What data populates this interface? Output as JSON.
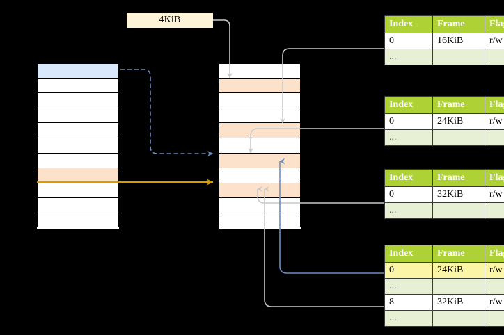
{
  "diagram": {
    "title": "multi-level-page-table-walk",
    "page_size_label": "4KiB",
    "colors": {
      "header_green": "#aed136",
      "ellipsis_row": "#e7efd5",
      "highlight_yellow": "#fbf5a8",
      "peach": "#fde2cb",
      "light_blue": "#dae8fc",
      "label_cream": "#fdf3d9",
      "orange_arrow": "#d79b00",
      "blue_arrow": "#6c8ebf",
      "grey_arrow": "#b3b3b3",
      "background": "#000000"
    }
  },
  "left_column": {
    "name": "virtual-address-space-column",
    "row_count": 11,
    "rows": [
      {
        "index": 0,
        "fill": "light_blue"
      },
      {
        "index": 1,
        "fill": "white"
      },
      {
        "index": 2,
        "fill": "white"
      },
      {
        "index": 3,
        "fill": "white"
      },
      {
        "index": 4,
        "fill": "white"
      },
      {
        "index": 5,
        "fill": "white"
      },
      {
        "index": 6,
        "fill": "white"
      },
      {
        "index": 7,
        "fill": "peach"
      },
      {
        "index": 8,
        "fill": "white"
      },
      {
        "index": 9,
        "fill": "white"
      },
      {
        "index": 10,
        "fill": "white"
      }
    ]
  },
  "middle_column": {
    "name": "physical-memory-column",
    "row_count": 11,
    "rows": [
      {
        "index": 0,
        "fill": "white"
      },
      {
        "index": 1,
        "fill": "peach"
      },
      {
        "index": 2,
        "fill": "white"
      },
      {
        "index": 3,
        "fill": "white"
      },
      {
        "index": 4,
        "fill": "peach"
      },
      {
        "index": 5,
        "fill": "white"
      },
      {
        "index": 6,
        "fill": "peach"
      },
      {
        "index": 7,
        "fill": "white"
      },
      {
        "index": 8,
        "fill": "peach"
      },
      {
        "index": 9,
        "fill": "white"
      },
      {
        "index": 10,
        "fill": "white"
      }
    ]
  },
  "tables": {
    "headers": [
      "Index",
      "Frame",
      "Flags"
    ],
    "list": [
      {
        "name": "page-table-level-4",
        "rows": [
          {
            "cells": [
              "0",
              "16KiB",
              "r/w"
            ],
            "kind": "data",
            "highlight": [
              false,
              false,
              false
            ]
          },
          {
            "cells": [
              "...",
              "",
              ""
            ],
            "kind": "ellipsis",
            "highlight": [
              false,
              false,
              false
            ]
          }
        ]
      },
      {
        "name": "page-table-level-3",
        "rows": [
          {
            "cells": [
              "0",
              "24KiB",
              "r/w"
            ],
            "kind": "data",
            "highlight": [
              false,
              false,
              false
            ]
          },
          {
            "cells": [
              "...",
              "",
              ""
            ],
            "kind": "ellipsis",
            "highlight": [
              false,
              false,
              false
            ]
          }
        ]
      },
      {
        "name": "page-table-level-2",
        "rows": [
          {
            "cells": [
              "0",
              "32KiB",
              "r/w"
            ],
            "kind": "data",
            "highlight": [
              false,
              false,
              false
            ]
          },
          {
            "cells": [
              "...",
              "",
              ""
            ],
            "kind": "ellipsis",
            "highlight": [
              false,
              false,
              false
            ]
          }
        ]
      },
      {
        "name": "page-table-level-1",
        "rows": [
          {
            "cells": [
              "0",
              "24KiB",
              "r/w"
            ],
            "kind": "data",
            "highlight": [
              true,
              true,
              true
            ]
          },
          {
            "cells": [
              "...",
              "",
              ""
            ],
            "kind": "ellipsis",
            "highlight": [
              false,
              false,
              false
            ]
          },
          {
            "cells": [
              "8",
              "32KiB",
              "r/w"
            ],
            "kind": "data",
            "highlight": [
              false,
              false,
              false
            ]
          },
          {
            "cells": [
              "...",
              "",
              ""
            ],
            "kind": "ellipsis",
            "highlight": [
              false,
              false,
              false
            ]
          }
        ]
      }
    ]
  },
  "connectors": [
    {
      "name": "page-size-to-frame-connector",
      "style": "grey-solid"
    },
    {
      "name": "level4-to-frame-connector",
      "style": "grey-solid"
    },
    {
      "name": "level3-to-frame-connector",
      "style": "grey-solid"
    },
    {
      "name": "level2-to-frame-connector",
      "style": "grey-solid"
    },
    {
      "name": "level1-entry0-to-frame-connector",
      "style": "blue-solid"
    },
    {
      "name": "level1-entry8-to-frame-connector",
      "style": "grey-solid"
    },
    {
      "name": "virtual-page-to-frame-dashed",
      "style": "blue-dashed"
    },
    {
      "name": "virtual-page-to-frame-solid",
      "style": "orange-solid"
    }
  ]
}
